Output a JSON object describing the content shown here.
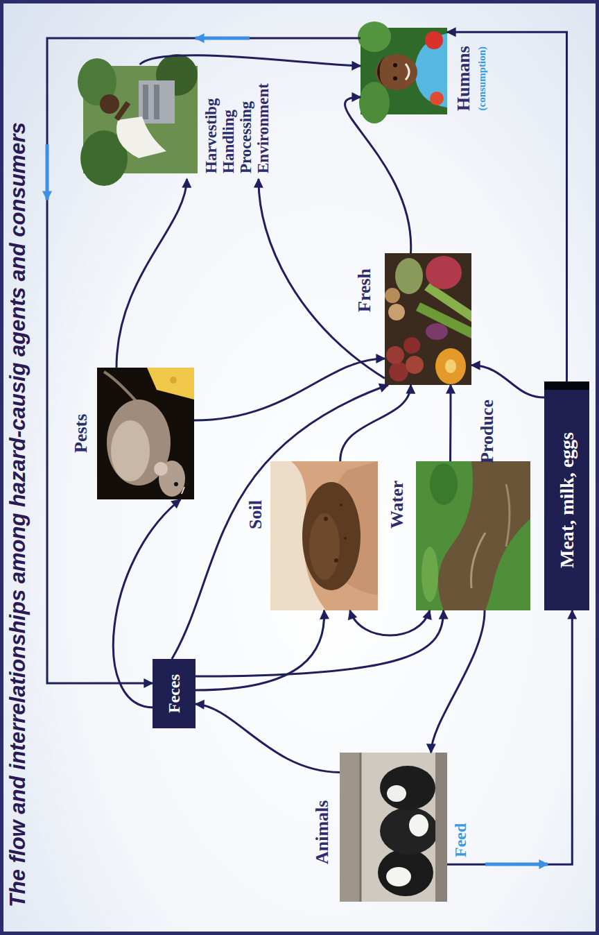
{
  "diagram": {
    "title": "The flow and interrelationships among hazard-causig agents and consumers",
    "nodes": [
      {
        "text": [
          "Pests"
        ]
      },
      {
        "text": [
          "Harvestibg",
          "Handling",
          "Processing",
          "Environment"
        ]
      },
      {
        "text": [
          "Humans",
          "(consumption)"
        ]
      },
      {
        "text": [
          "Feces"
        ]
      },
      {
        "text": [
          "Soil"
        ]
      },
      {
        "text": [
          "Fresh",
          "Produce"
        ]
      },
      {
        "text": [
          "Animals"
        ]
      },
      {
        "text": [
          "Water"
        ]
      },
      {
        "text": [
          "Meat, milk, eggs"
        ]
      }
    ],
    "edges": [
      {
        "from": 2,
        "to": 3,
        "arrow": "to"
      },
      {
        "from": 8,
        "to": 2,
        "arrow": "to"
      },
      {
        "from": 6,
        "to": 8,
        "label": "Feed",
        "arrow": "to"
      },
      {
        "from": 7,
        "to": 6,
        "arrow": "to"
      },
      {
        "from": 6,
        "to": 3,
        "arrow": "to"
      },
      {
        "from": 3,
        "to": 0,
        "arrow": "to"
      },
      {
        "from": 3,
        "to": 4,
        "arrow": "to"
      },
      {
        "from": 3,
        "to": 7,
        "arrow": "to"
      },
      {
        "from": 3,
        "to": 5,
        "arrow": "to"
      },
      {
        "from": 4,
        "to": 7,
        "arrow": "both"
      },
      {
        "from": 4,
        "to": 5,
        "arrow": "to"
      },
      {
        "from": 7,
        "to": 5,
        "arrow": "to"
      },
      {
        "from": 0,
        "to": 5,
        "arrow": "to"
      },
      {
        "from": 0,
        "to": 1,
        "arrow": "to"
      },
      {
        "from": 8,
        "to": 5,
        "arrow": "to"
      },
      {
        "from": 5,
        "to": 1,
        "arrow": "to"
      },
      {
        "from": 5,
        "to": 2,
        "arrow": "to"
      },
      {
        "from": 1,
        "to": 2,
        "arrow": "to"
      }
    ]
  }
}
